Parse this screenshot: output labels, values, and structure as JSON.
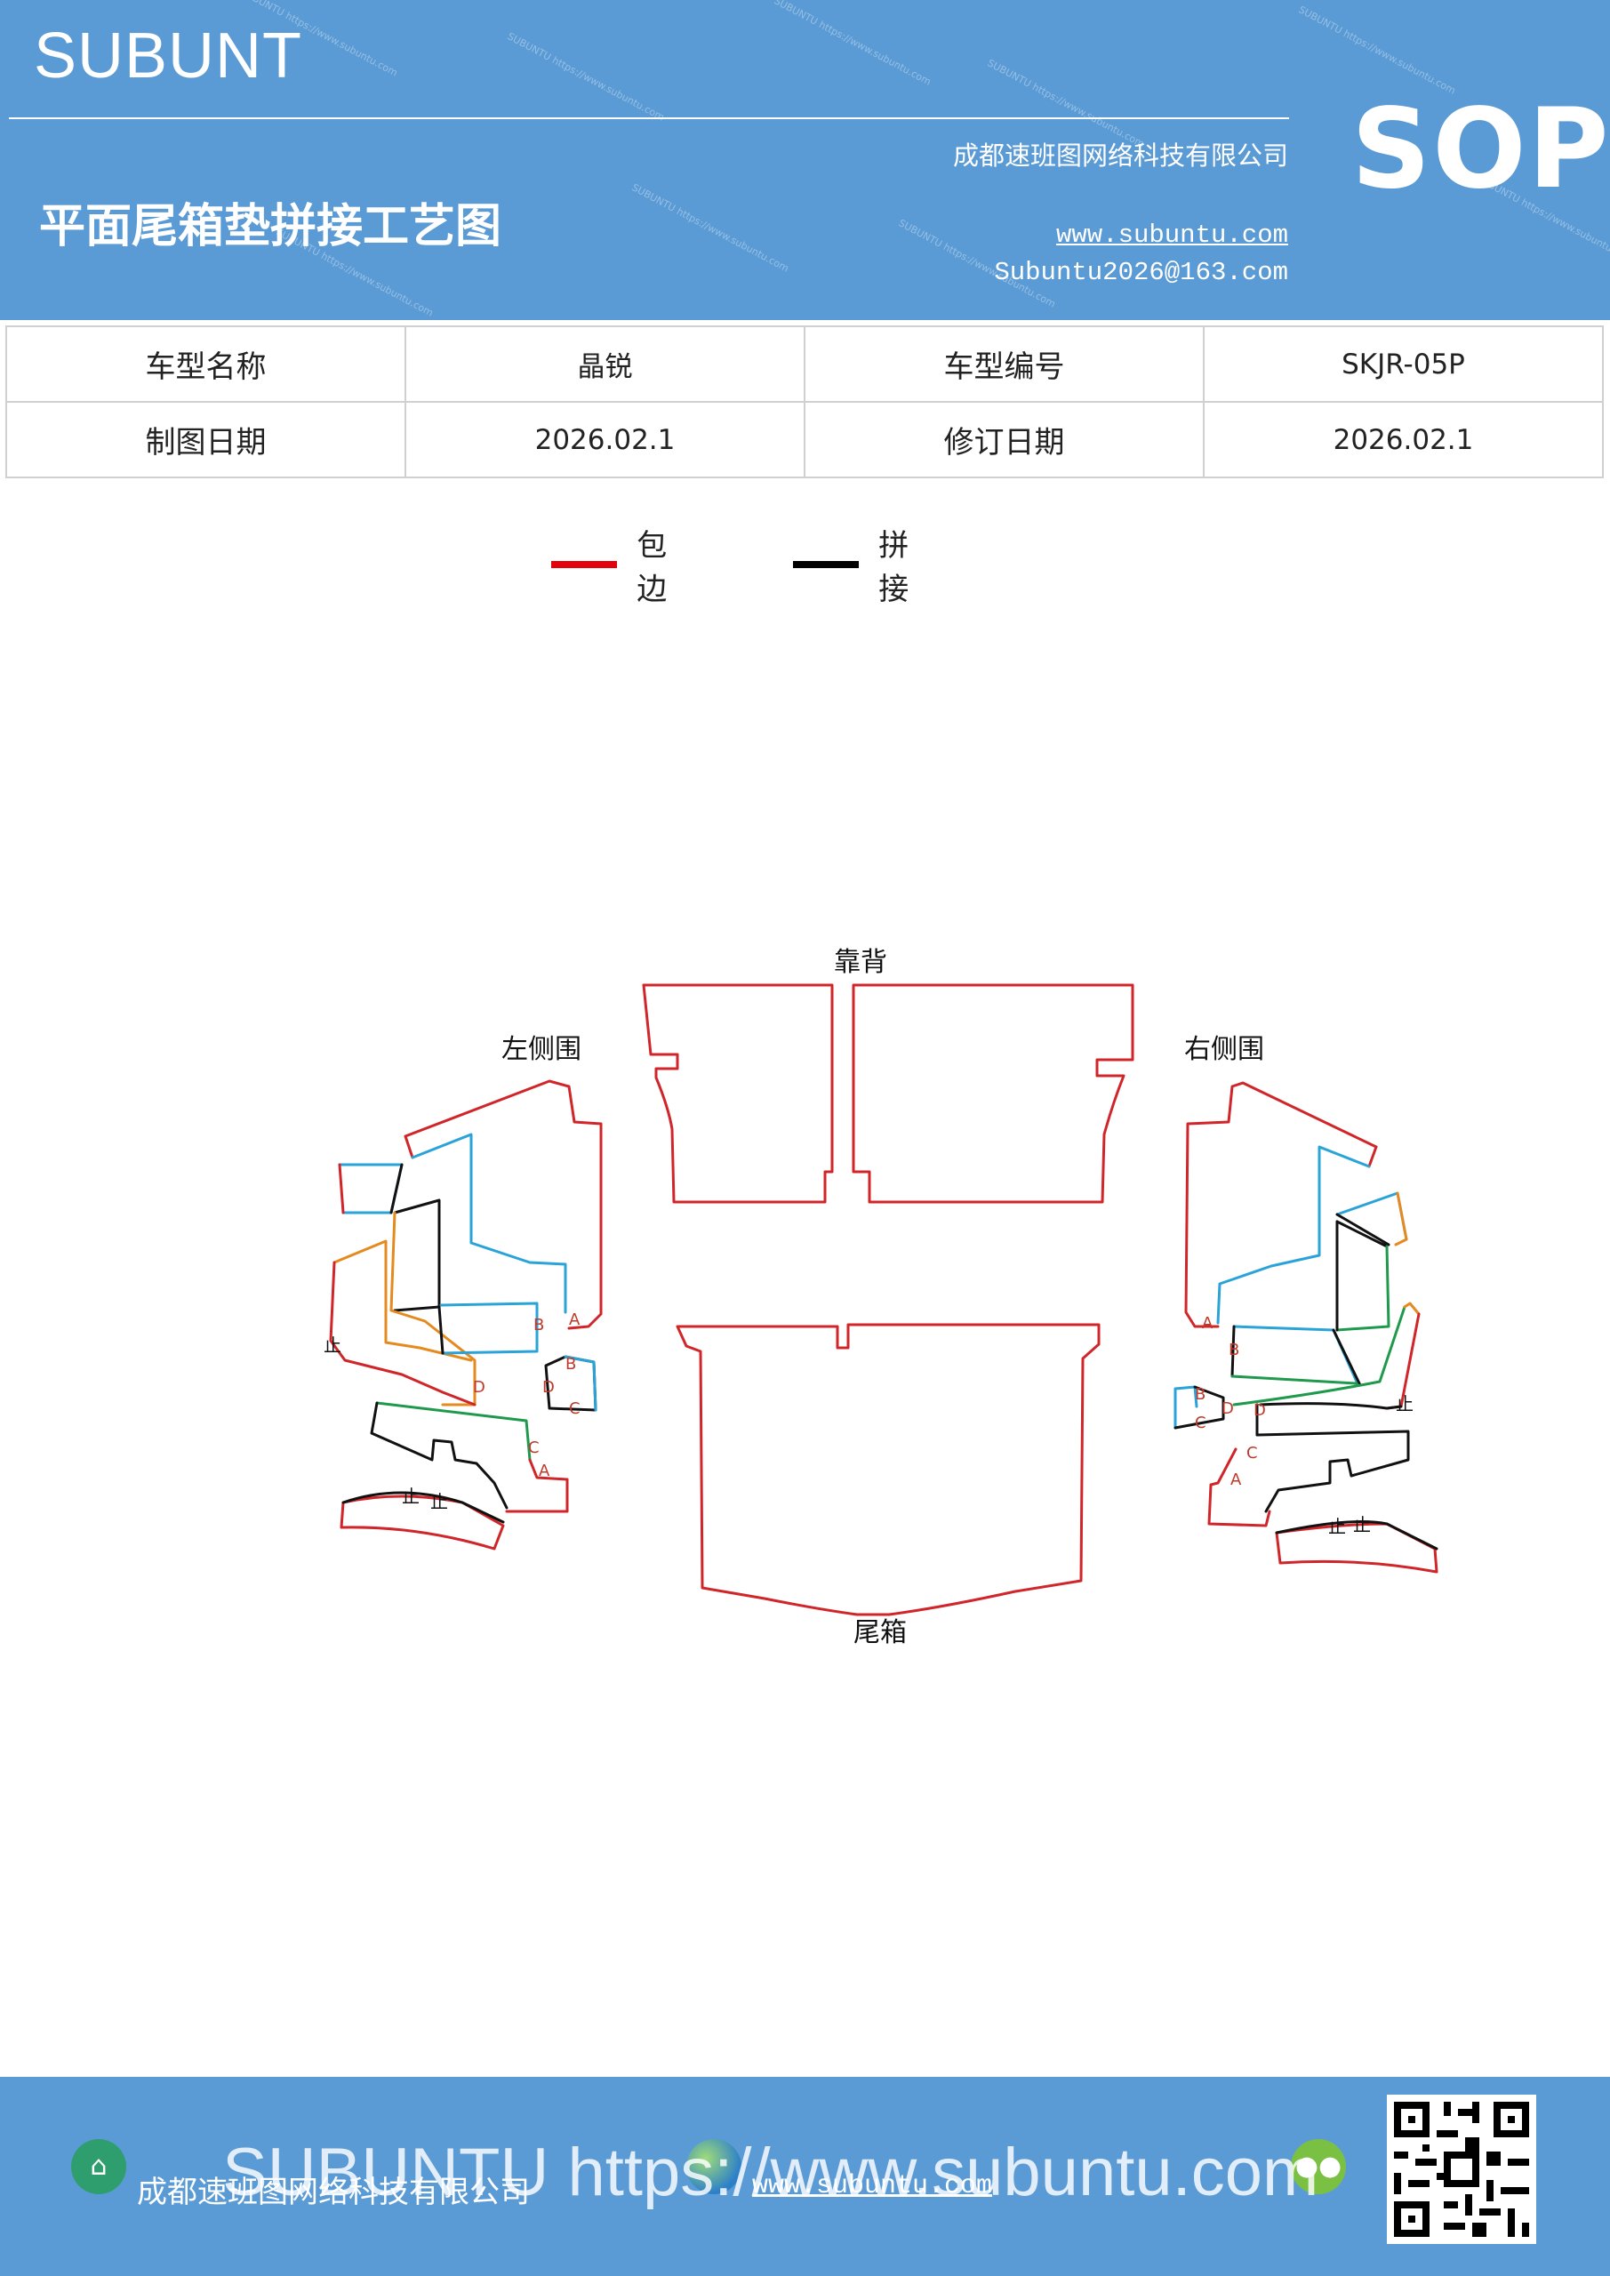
{
  "header": {
    "brand": "SUBUNT",
    "title": "平面尾箱垫拼接工艺图",
    "company": "成都速班图网络科技有限公司",
    "website": "www.subuntu.com",
    "email": "Subuntu2026@163.com",
    "badge": "SOP",
    "watermark": "SUBUNTU https://www.subuntu.com"
  },
  "info_table": {
    "rows": [
      [
        {
          "label": "车型名称"
        },
        {
          "value": "晶锐"
        },
        {
          "label": "车型编号"
        },
        {
          "value": "SKJR-05P"
        }
      ],
      [
        {
          "label": "制图日期"
        },
        {
          "value": "2026.02.1"
        },
        {
          "label": "修订日期"
        },
        {
          "value": "2026.02.1"
        }
      ]
    ]
  },
  "legend": {
    "items": [
      {
        "label": "包边",
        "color": "#e3000b"
      },
      {
        "label": "拼接",
        "color": "#000000"
      }
    ]
  },
  "diagram": {
    "labels": {
      "backrest": "靠背",
      "left_side": "左侧围",
      "right_side": "右侧围",
      "trunk": "尾箱"
    },
    "points": {
      "A": "A",
      "B": "B",
      "C": "C",
      "D": "D"
    },
    "stop": "止",
    "colors": {
      "edge": "#d0262a",
      "seam": "#111111",
      "blue": "#2aa3d8",
      "orange": "#e58a1f",
      "green": "#1f9a4c"
    }
  },
  "footer": {
    "company": "成都速班图网络科技有限公司",
    "website": "www.subuntu.com",
    "watermark": "SUBUNTU https://www.subuntu.com",
    "icons": [
      "building-icon",
      "globe-icon",
      "wechat-icon",
      "qr-code"
    ]
  }
}
